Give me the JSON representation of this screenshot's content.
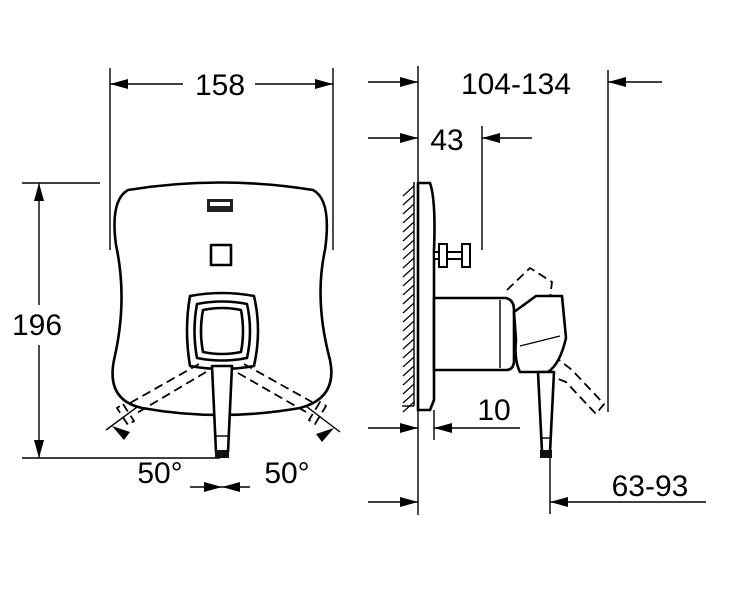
{
  "dimensions": {
    "front_width": "158",
    "front_height": "196",
    "side_depth": "104-134",
    "side_offset": "43",
    "side_recess": "10",
    "side_projection": "63-93",
    "angle_left": "50°",
    "angle_right": "50°"
  }
}
